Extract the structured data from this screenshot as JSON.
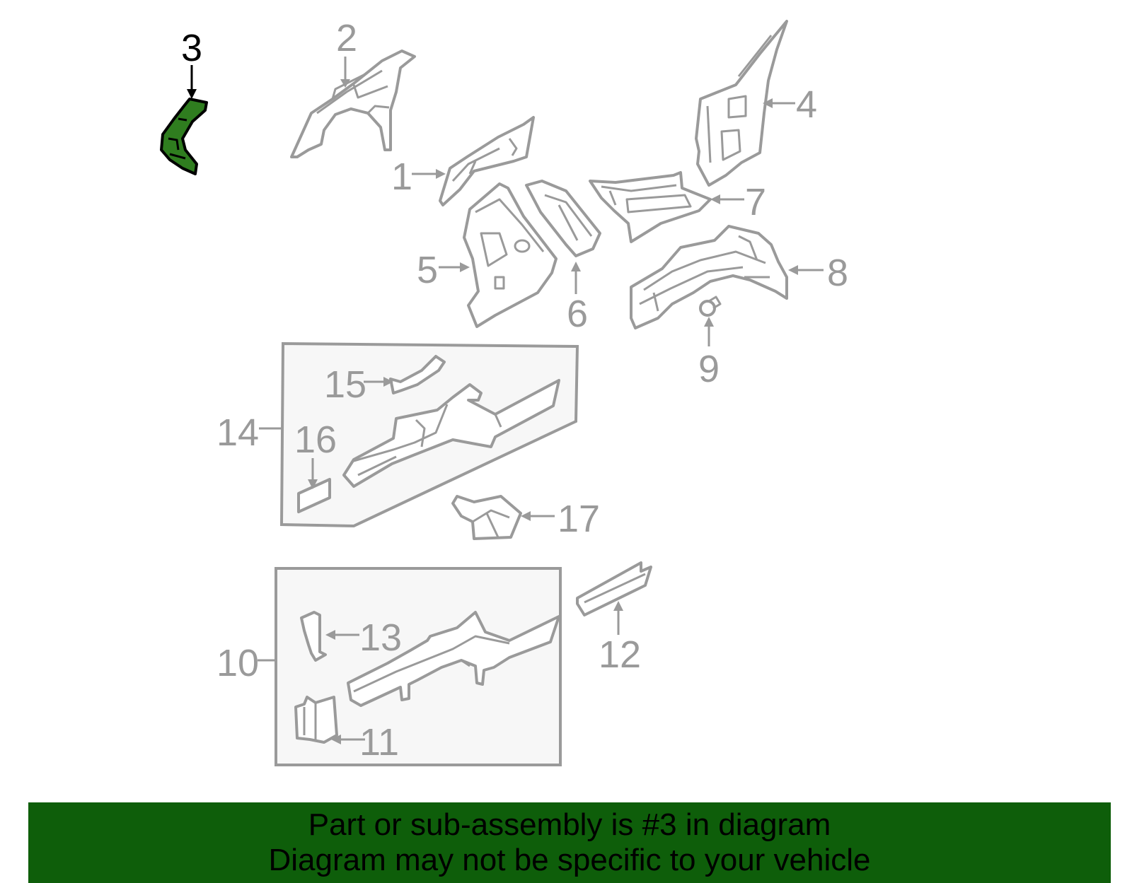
{
  "diagram": {
    "selected_part": "3",
    "colors": {
      "highlight_fill": "#2f7d1f",
      "banner_background": "#0e5e0a",
      "part_stroke": "#9a9a9a"
    },
    "callouts": {
      "c1": "1",
      "c2": "2",
      "c3": "3",
      "c4": "4",
      "c5": "5",
      "c6": "6",
      "c7": "7",
      "c8": "8",
      "c9": "9",
      "c10": "10",
      "c11": "11",
      "c12": "12",
      "c13": "13",
      "c14": "14",
      "c15": "15",
      "c16": "16",
      "c17": "17"
    }
  },
  "banner": {
    "line1": "Part or sub-assembly is #3 in diagram",
    "line2": "Diagram may not be specific to your vehicle"
  }
}
